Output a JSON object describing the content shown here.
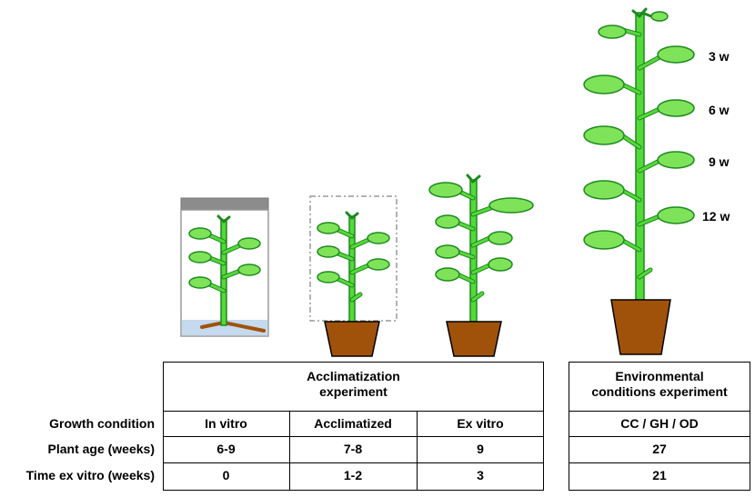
{
  "week_labels": [
    "3 w",
    "6 w",
    "9 w",
    "12 w"
  ],
  "table": {
    "group_headers": [
      {
        "lines": [
          "Acclimatization",
          "experiment"
        ]
      },
      {
        "lines": [
          "Environmental",
          "conditions experiment"
        ]
      }
    ],
    "row_labels": [
      "Growth condition",
      "Plant age (weeks)",
      "Time ex vitro (weeks)"
    ],
    "columns": [
      {
        "values": [
          "In vitro",
          "6-9",
          "0"
        ]
      },
      {
        "values": [
          "Acclimatized",
          "7-8",
          "1-2"
        ]
      },
      {
        "values": [
          "Ex vitro",
          "9",
          "3"
        ]
      },
      {
        "values": [
          "CC / GH / OD",
          "27",
          "21"
        ]
      }
    ]
  },
  "colors": {
    "stem": "#55d93a",
    "stem_outline": "#1d8a1d",
    "leaf": "#7fe35a",
    "pot": "#a0520a",
    "container_lid": "#8c8c8c",
    "medium": "#c5d9ef",
    "root": "#a0520a",
    "dashed_box": "#9a9a9a"
  }
}
